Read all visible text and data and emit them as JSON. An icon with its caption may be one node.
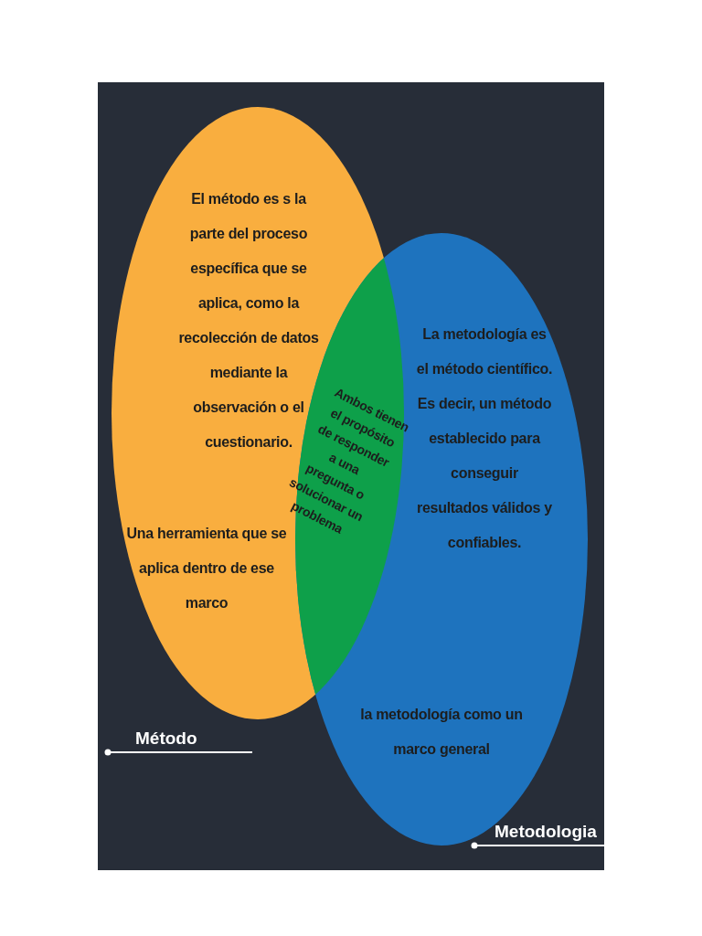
{
  "diagram": {
    "nodes": [
      {
        "text": [
          "El método es s la parte del proceso específica que se aplica, como la recolección de datos mediante la observación o el cuestionario.",
          "Una herramienta que se aplica dentro de ese marco"
        ],
        "beside": [
          "Método"
        ]
      },
      {
        "text": [
          "La metodología es el método científico. Es decir, un método establecido para conseguir resultados válidos y confiables.",
          "la metodología como un marco general"
        ],
        "beside": [
          "Metodologia"
        ]
      },
      {
        "text": [
          "Ambos tienen el propósito de responder a una pregunta o solucionar un problema"
        ]
      }
    ]
  }
}
